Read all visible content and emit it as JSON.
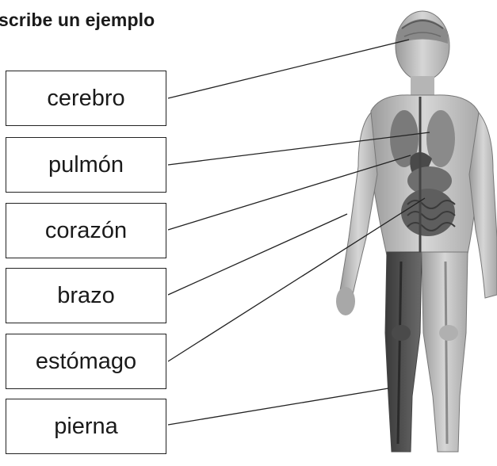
{
  "heading": "scribe un ejemplo",
  "labels": [
    {
      "text": "cerebro"
    },
    {
      "text": "pulmón"
    },
    {
      "text": "corazón"
    },
    {
      "text": "brazo"
    },
    {
      "text": "estómago"
    },
    {
      "text": "pierna"
    }
  ],
  "illustration": {
    "subject": "human-anatomy-figure",
    "icon": "anatomy-illustration"
  },
  "colors": {
    "line": "#222222",
    "skin": "#c8c8c8",
    "organ": "#5a5a5a",
    "box_border": "#222222"
  }
}
